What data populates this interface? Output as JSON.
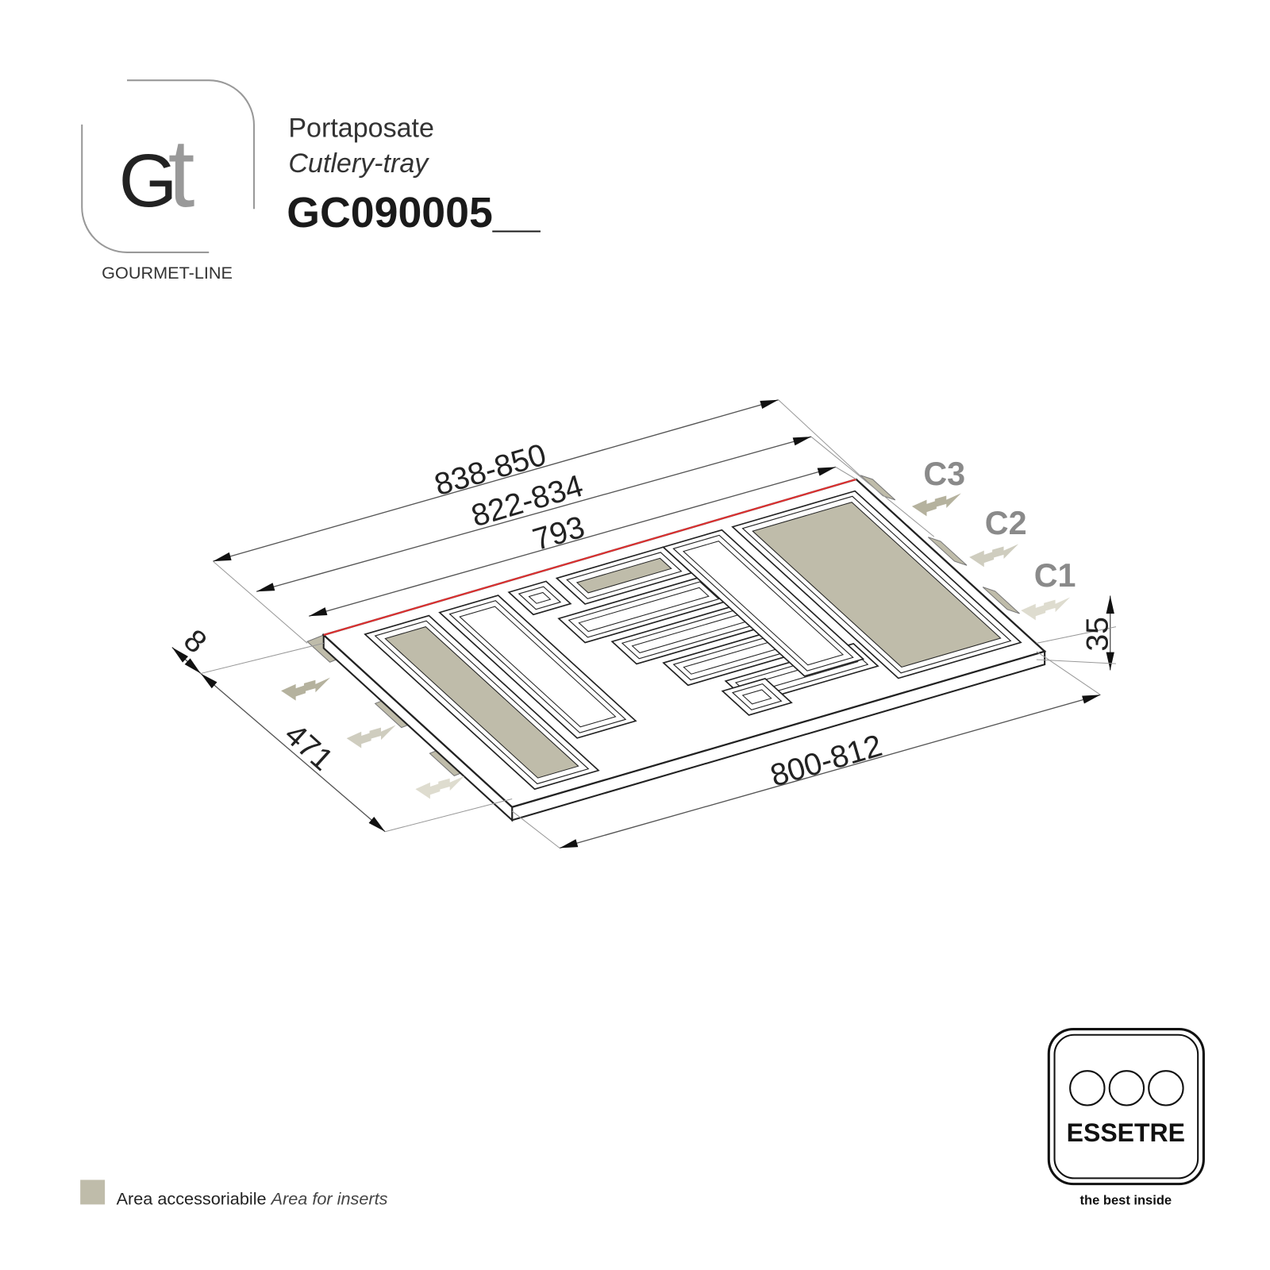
{
  "brand": {
    "logo_letters": "Gt",
    "line_name": "GOURMET-LINE"
  },
  "product": {
    "name_it": "Portaposate",
    "name_en": "Cutlery-tray",
    "code": "GC090005__"
  },
  "dimensions": {
    "outer_length": "838-850",
    "mid_length": "822-834",
    "inner_length": "793",
    "base_length": "800-812",
    "depth": "471",
    "lip": "8",
    "height": "35"
  },
  "slides": [
    "C3",
    "C2",
    "C1"
  ],
  "legend": {
    "label_it": "Area accessoriabile",
    "label_en": "Area for inserts"
  },
  "maker": {
    "name": "ESSETRE",
    "tagline": "the best inside"
  },
  "colors": {
    "insert_area": "#bfbcaa",
    "highlight": "#e03030",
    "slide_label": "#8a8a8a"
  }
}
